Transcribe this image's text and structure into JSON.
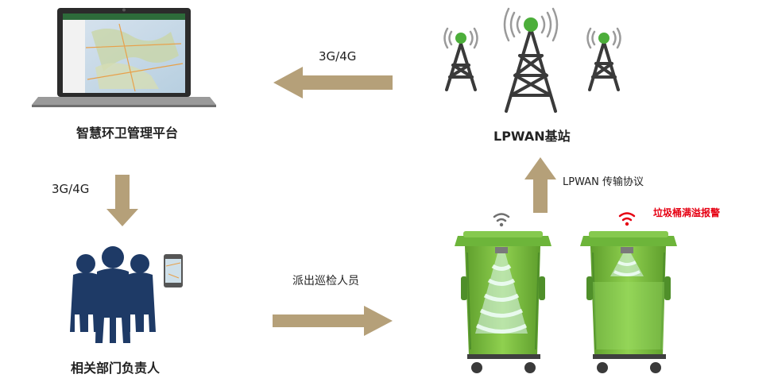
{
  "nodes": {
    "platform": {
      "label": "智慧环卫管理平台"
    },
    "base_station": {
      "label": "LPWAN基站"
    },
    "people": {
      "label": "相关部门负责人"
    }
  },
  "edges": {
    "station_to_platform": {
      "label": "3G/4G"
    },
    "platform_to_people": {
      "label": "3G/4G"
    },
    "people_to_bins": {
      "label": "派出巡检人员"
    },
    "bins_to_station": {
      "label": "LPWAN 传输协议"
    }
  },
  "alert": {
    "label": "垃圾桶满溢报警"
  },
  "colors": {
    "arrow": "#b5a079",
    "people": "#1e3a66",
    "tower": "#3a3a3a",
    "antenna": "#4cae3a",
    "bin": "#7cc242",
    "bin_dark": "#4f8f2a",
    "alarm": "#e60012"
  },
  "icons": [
    "laptop-icon",
    "tower-icon",
    "signal-wave-icon",
    "people-icon",
    "phone-icon",
    "trash-bin-icon",
    "wifi-icon"
  ]
}
